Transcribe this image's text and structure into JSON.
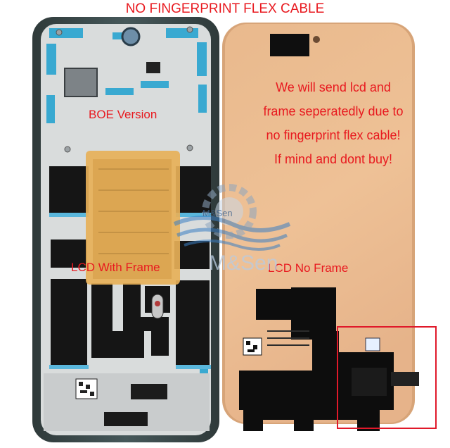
{
  "title": "NO FINGERPRINT FLEX CABLE",
  "labels": {
    "version": "BOE Version",
    "with_frame": "LCD With Frame",
    "no_frame": "LCD No Frame"
  },
  "notice_lines": [
    "We will send lcd and",
    "frame seperatedly due to",
    "no fingerprint flex cable!",
    "If mind and dont buy!"
  ],
  "watermark": {
    "brand": "M&Sen",
    "brand_small": "M&Sen"
  },
  "colors": {
    "caption_red": "#e8191f",
    "panel_amber": "#e8b88a",
    "frame_teal": "#5aa9c6",
    "highlight_box": "#e0192a"
  }
}
